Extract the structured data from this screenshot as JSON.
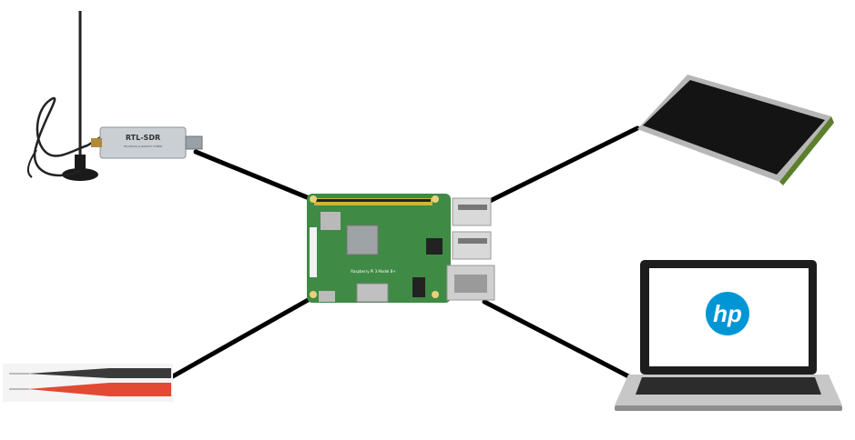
{
  "diagram": {
    "nodes": {
      "sdr": {
        "label": "RTL-SDR",
        "sublabel": "RTL2832U & R820T2 TUNER"
      },
      "pi": {
        "board_label": "Raspberry Pi 3 Model B+"
      },
      "laptop": {
        "logo_text": "hp"
      }
    },
    "connections": [
      {
        "from": "sdr",
        "to": "pi"
      },
      {
        "from": "display",
        "to": "pi"
      },
      {
        "from": "probes",
        "to": "pi"
      },
      {
        "from": "laptop",
        "to": "pi"
      }
    ],
    "colors": {
      "line": "#000000",
      "pcb": "#3f8a44",
      "sdr_body": "#c9cfd3",
      "screen": "#141414",
      "probe_red": "#e24a33",
      "probe_black": "#3a3a3a",
      "hp_blue": "#0096d6"
    }
  }
}
